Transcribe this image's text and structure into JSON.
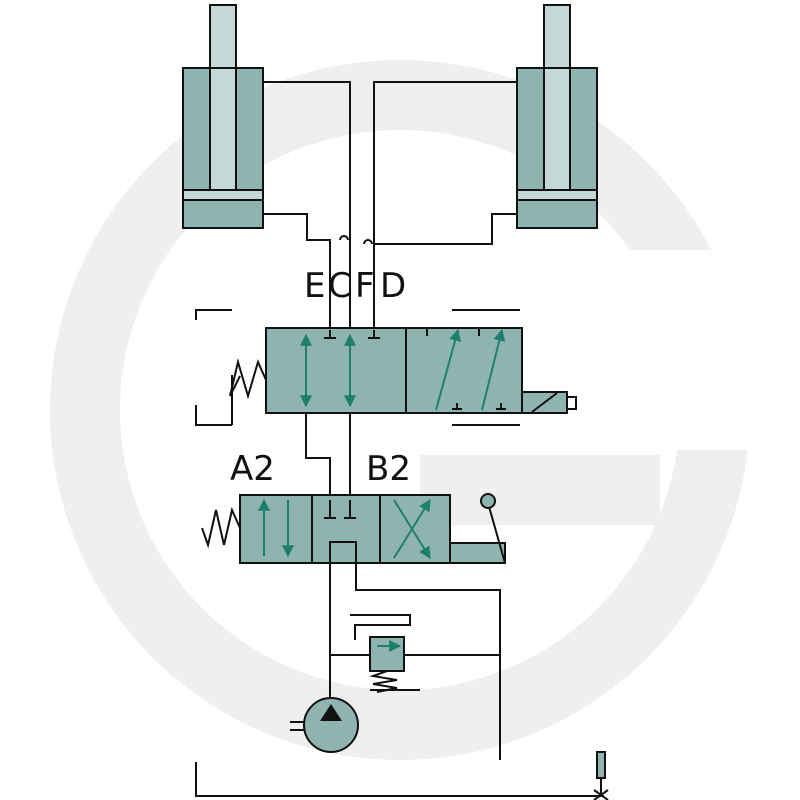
{
  "labels": {
    "port_e": "E",
    "port_c": "C",
    "port_f": "F",
    "port_d": "D",
    "port_a2": "A2",
    "port_b2": "B2"
  },
  "colors": {
    "component_fill": "#8fb3af",
    "rod_fill": "#c4d8d5",
    "flow_arrow": "#1f7f6e",
    "line": "#111111",
    "watermark": "#efefef"
  },
  "components": [
    "left-hydraulic-cylinder",
    "right-hydraulic-cylinder",
    "solenoid-directional-valve",
    "manual-directional-valve",
    "pressure-relief-valve",
    "hydraulic-pump",
    "tank-line"
  ]
}
